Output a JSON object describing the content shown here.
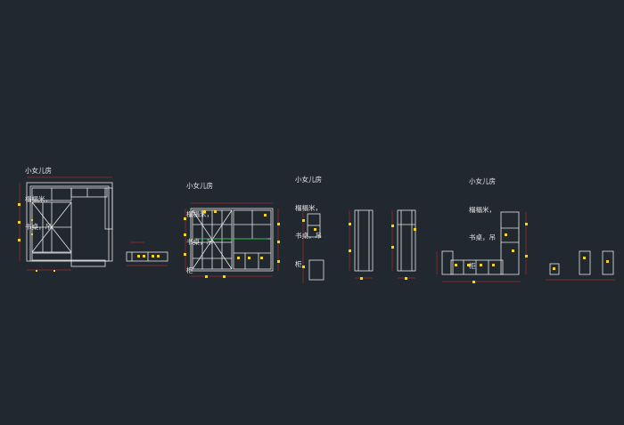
{
  "canvas": {
    "background": "#212830"
  },
  "colors": {
    "line": "#e8e8e8",
    "dim": "#d8322a",
    "mark": "#f0d22a",
    "accent": "#38c04a"
  },
  "groups": [
    {
      "id": "group-1",
      "label": [
        "小女儿房",
        "榻榻米，",
        "书桌，吊"
      ]
    },
    {
      "id": "group-2",
      "label": [
        "小女儿房",
        "榻榻米，",
        "书桌，吊",
        "柜"
      ]
    },
    {
      "id": "group-3",
      "label": [
        "小女儿房",
        "榻榻米，",
        "书桌，吊",
        "柜"
      ]
    },
    {
      "id": "group-4",
      "label": [
        "小女儿房",
        "榻榻米，",
        "书桌，吊",
        "柜"
      ]
    }
  ]
}
